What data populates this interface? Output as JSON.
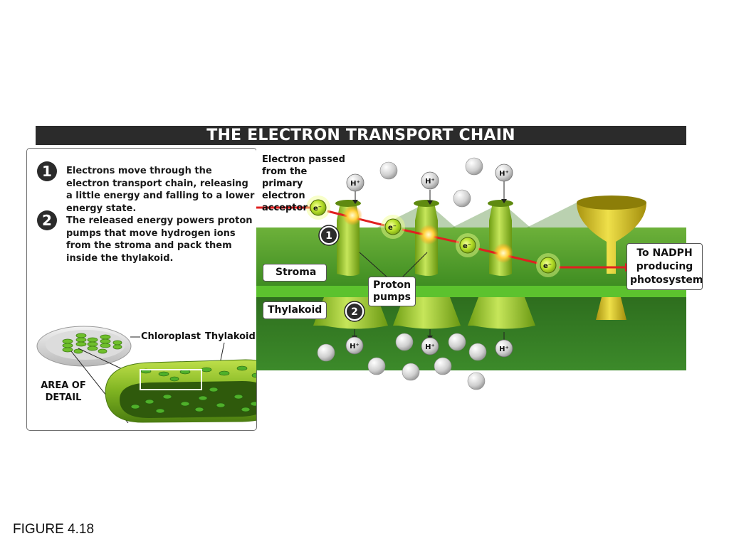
{
  "title": "THE ELECTRON TRANSPORT CHAIN",
  "steps": [
    {
      "number": "1",
      "text": "Electrons move through the electron transport chain, releasing a little energy and falling to a lower energy state."
    },
    {
      "number": "2",
      "text": "The released energy powers proton pumps that move hydrogen ions from the stroma and pack them inside the thylakoid."
    }
  ],
  "labels": {
    "electron_passed": "Electron passed from the primary electron acceptor",
    "stroma": "Stroma",
    "thylakoid_region": "Thylakoid",
    "proton_pumps": "Proton pumps",
    "to_nadph": "To NADPH producing photosystem",
    "chloroplast": "Chloroplast",
    "thylakoid_detail": "Thylakoid",
    "area_of_detail": "AREA OF DETAIL",
    "marker_1": "1",
    "marker_2": "2"
  },
  "particles": {
    "electron": "e⁻",
    "hydrogen_ion": "H⁺"
  },
  "caption": "FIGURE 4.18",
  "colors": {
    "title_bar": "#2b2b2b",
    "stroma_green": "#4a9a2a",
    "thylakoid_green": "#2c6a1e",
    "membrane": "#5cc22e",
    "pump": "#8cbf2a",
    "funnel": "#c9b91a",
    "arrow": "#e02020"
  }
}
